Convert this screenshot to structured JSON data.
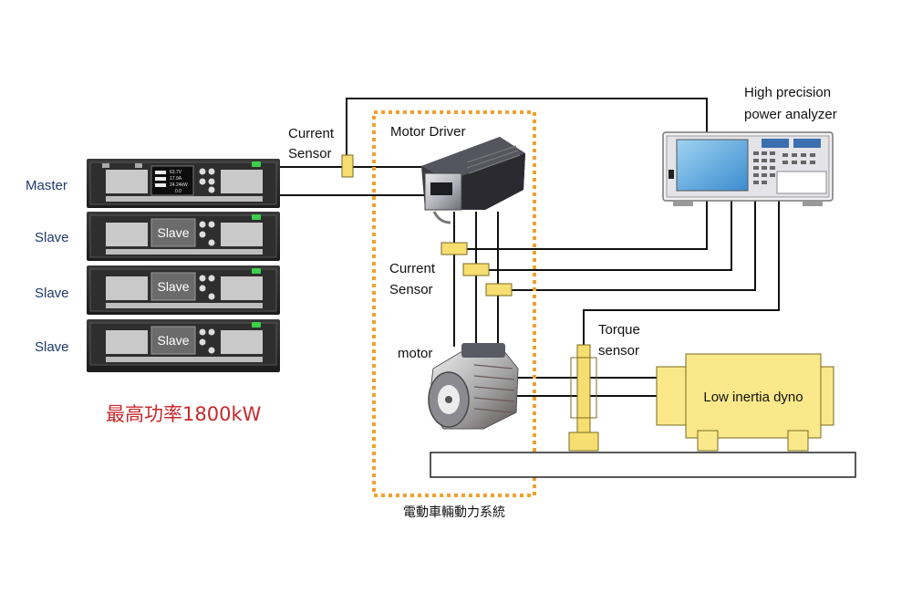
{
  "labels": {
    "master": "Master",
    "slave1": "Slave",
    "slave2": "Slave",
    "slave3": "Slave",
    "unit_slave1": "Slave",
    "unit_slave2": "Slave",
    "unit_slave3": "Slave",
    "max_power": "最高功率1800kW",
    "current_sensor_top_1": "Current",
    "current_sensor_top_2": "Sensor",
    "current_sensor_mid_1": "Current",
    "current_sensor_mid_2": "Sensor",
    "motor_driver": "Motor Driver",
    "motor": "motor",
    "torque_1": "Torque",
    "torque_2": "sensor",
    "analyzer_1": "High precision",
    "analyzer_2": "power analyzer",
    "dyno": "Low inertia dyno",
    "system": "電動車輛動力系統"
  },
  "colors": {
    "dotted_frame": "#f0a030",
    "sensor_fill": "#f6de70",
    "dyno_fill": "#fbe88a",
    "label_blue": "#1f3a6e",
    "label_red": "#c8282c"
  },
  "master_display": [
    "63.7V",
    "17.9A",
    "24.24kW",
    "0.0"
  ]
}
